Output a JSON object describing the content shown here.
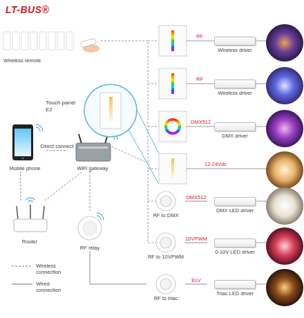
{
  "diagram": {
    "title": "LT-BUS®",
    "nodes": [
      {
        "text": [
          "Wireless remote"
        ]
      },
      {
        "text": [
          "Touch panel E2"
        ]
      },
      {
        "text": [
          "Mobile phone"
        ]
      },
      {
        "text": [
          "WiFi gateway"
        ]
      },
      {
        "text": [
          "Router"
        ]
      },
      {
        "text": [
          "RF relay"
        ]
      },
      {
        "text": [
          "Wireless driver"
        ]
      },
      {
        "text": [
          "Wireless driver"
        ]
      },
      {
        "text": [
          "DMX driver"
        ]
      },
      {
        "text": [
          "RF to DMX"
        ]
      },
      {
        "text": [
          "DMX LED driver"
        ]
      },
      {
        "text": [
          "RF to 10VPWM"
        ]
      },
      {
        "text": [
          "0-10V LED driver"
        ]
      },
      {
        "text": [
          "RF to triac"
        ]
      },
      {
        "text": [
          "Triac LED driver"
        ]
      }
    ],
    "edges": [
      {
        "from": 2,
        "to": 3,
        "label": "Direct connect",
        "arrow": "none"
      },
      {
        "from": 4,
        "to": 2,
        "arrow": "none"
      },
      {
        "from": 4,
        "to": 3,
        "arrow": "none"
      },
      {
        "from": 3,
        "to": 5,
        "arrow": "none"
      },
      {
        "from": 5,
        "to": 13,
        "arrow": "none"
      },
      {
        "from": 9,
        "to": 10,
        "label": "DMX512",
        "arrow": "none"
      },
      {
        "from": 11,
        "to": 12,
        "label": "10VPWM",
        "arrow": "none"
      },
      {
        "from": 13,
        "to": 14,
        "label": "ELV",
        "arrow": "none"
      }
    ],
    "labels": [
      "RF",
      "RF",
      "DMX512",
      "12-24Vdc"
    ],
    "legend": [
      {
        "text": "Wireless connection"
      },
      {
        "text": "Wired connection"
      }
    ]
  }
}
